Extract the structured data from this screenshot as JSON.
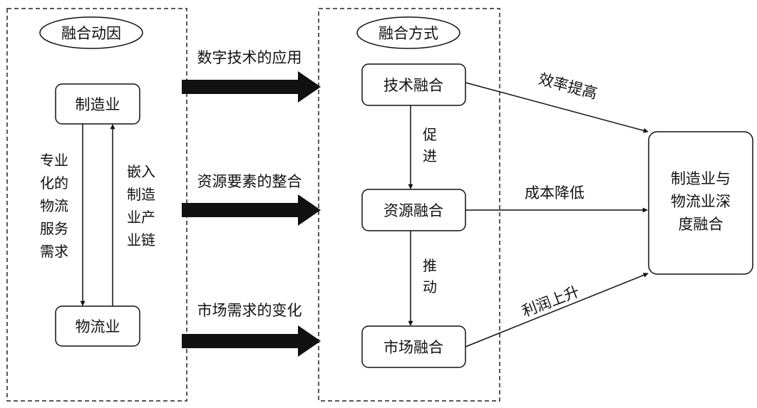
{
  "left_panel": {
    "title": "融合动因",
    "top_node": "制造业",
    "bottom_node": "物流业",
    "down_label": [
      "专业",
      "化的",
      "物流",
      "服务",
      "需求"
    ],
    "up_label": [
      "嵌入",
      "制造",
      "业产",
      "业链"
    ]
  },
  "drivers": [
    "数字技术的应用",
    "资源要素的整合",
    "市场需求的变化"
  ],
  "middle_panel": {
    "title": "融合方式",
    "nodes": [
      "技术融合",
      "资源融合",
      "市场融合"
    ],
    "link_labels": [
      [
        "促",
        "进"
      ],
      [
        "推",
        "动"
      ]
    ]
  },
  "result": {
    "node": [
      "制造业与",
      "物流业深",
      "度融合"
    ],
    "edge_labels": [
      "效率提高",
      "成本降低",
      "利润上升"
    ]
  },
  "colors": {
    "line": "#111111",
    "background": "#ffffff"
  }
}
